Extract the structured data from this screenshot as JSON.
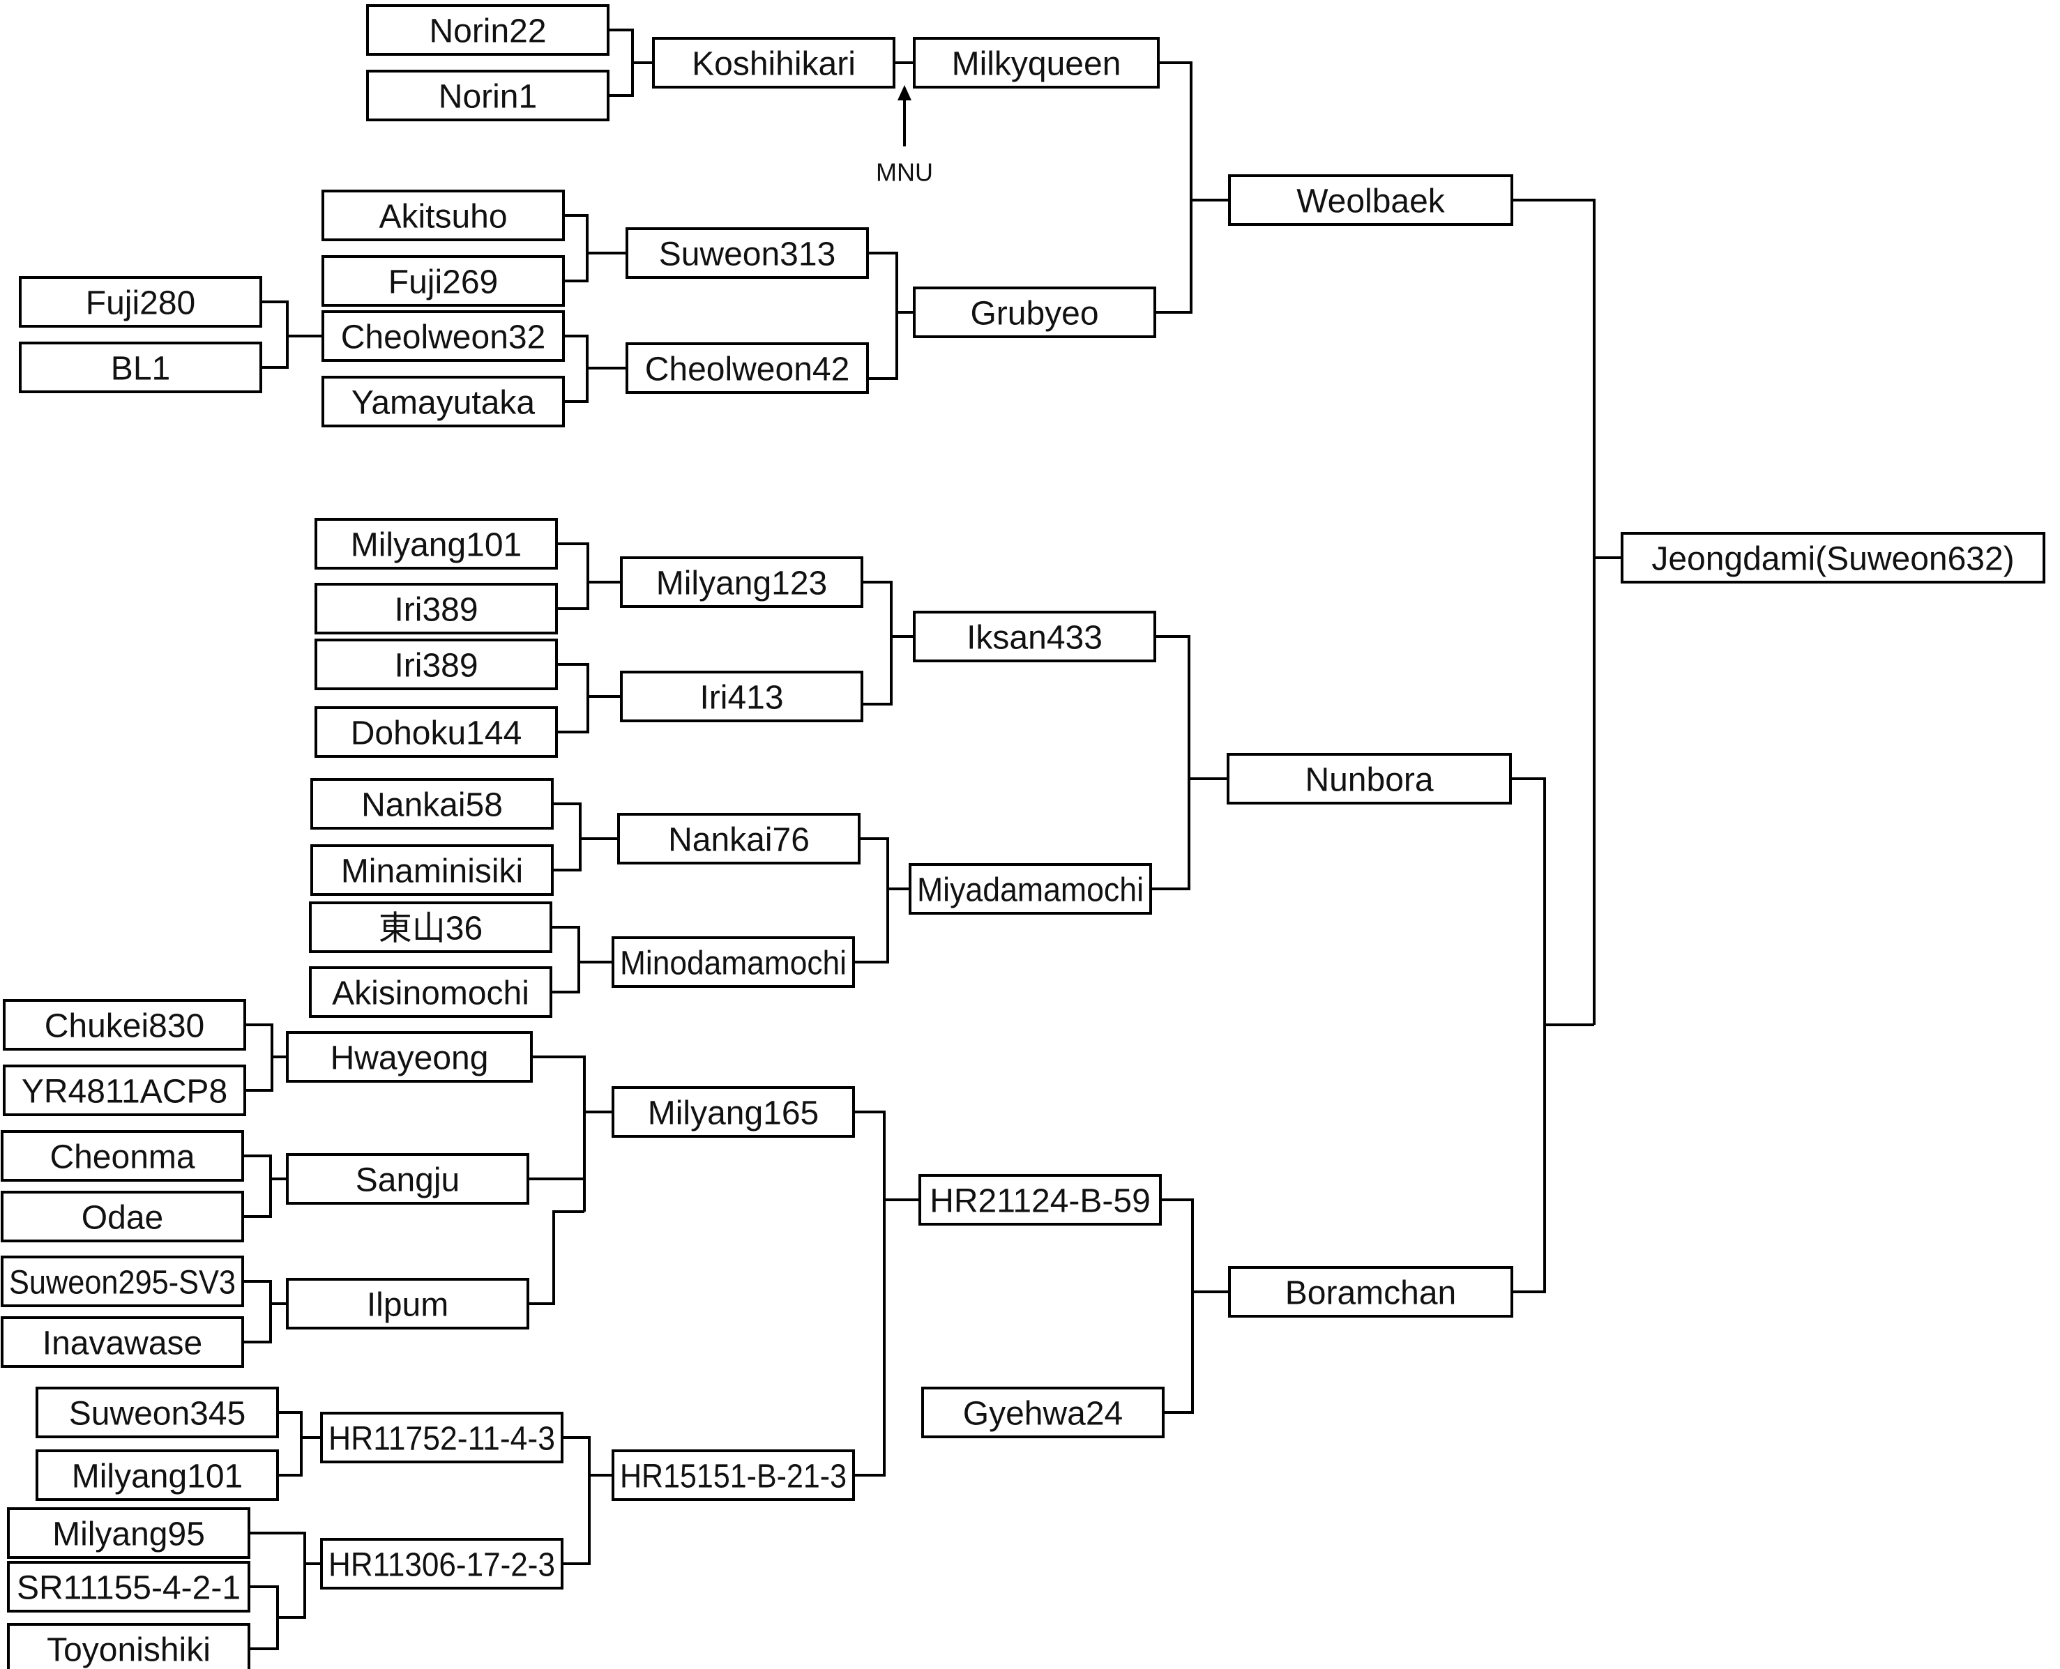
{
  "diagram": {
    "type": "pedigree-tree",
    "nodes": {
      "norin22": "Norin22",
      "norin1": "Norin1",
      "koshihikari": "Koshihikari",
      "milkyqueen": "Milkyqueen",
      "akitsuho": "Akitsuho",
      "fuji269": "Fuji269",
      "fuji280": "Fuji280",
      "bl1": "BL1",
      "cheolweon32": "Cheolweon32",
      "yamayutaka": "Yamayutaka",
      "suweon313": "Suweon313",
      "cheolweon42": "Cheolweon42",
      "grubyeo": "Grubyeo",
      "weolbaek": "Weolbaek",
      "jeongdami": "Jeongdami(Suweon632)",
      "milyang101_a": "Milyang101",
      "iri389_a": "Iri389",
      "iri389_b": "Iri389",
      "dohoku144": "Dohoku144",
      "milyang123": "Milyang123",
      "iri413": "Iri413",
      "iksan433": "Iksan433",
      "nankai58": "Nankai58",
      "minaminisiki": "Minaminisiki",
      "higashiyama36": "東山36",
      "akisinomochi": "Akisinomochi",
      "nankai76": "Nankai76",
      "minodamamochi": "Minodamamochi",
      "miyadamamochi": "Miyadamamochi",
      "nunbora": "Nunbora",
      "chukei830": "Chukei830",
      "yr4811acp8": "YR4811ACP8",
      "cheonma": "Cheonma",
      "odae": "Odae",
      "suweon295sv3": "Suweon295-SV3",
      "inavawase": "Inavawase",
      "hwayeong": "Hwayeong",
      "sangju": "Sangju",
      "ilpum": "Ilpum",
      "milyang165": "Milyang165",
      "suweon345": "Suweon345",
      "milyang101_b": "Milyang101",
      "milyang95": "Milyang95",
      "sr11155": "SR11155-4-2-1",
      "toyonishiki": "Toyonishiki",
      "hr11752": "HR11752-11-4-3",
      "hr11306": "HR11306-17-2-3",
      "hr15151": "HR15151-B-21-3",
      "hr21124": "HR21124-B-59",
      "gyehwa24": "Gyehwa24",
      "boramchan": "Boramchan"
    },
    "annotations": {
      "mnu": "MNU"
    },
    "crosses": [
      {
        "parents": [
          "norin22",
          "norin1"
        ],
        "child": "koshihikari"
      },
      {
        "parents": [
          "koshihikari"
        ],
        "child": "milkyqueen",
        "note": "mnu"
      },
      {
        "parents": [
          "akitsuho",
          "fuji269"
        ],
        "child": "suweon313"
      },
      {
        "parents": [
          "fuji280",
          "bl1"
        ],
        "child": "cheolweon32"
      },
      {
        "parents": [
          "cheolweon32",
          "yamayutaka"
        ],
        "child": "cheolweon42"
      },
      {
        "parents": [
          "suweon313",
          "cheolweon42"
        ],
        "child": "grubyeo"
      },
      {
        "parents": [
          "milkyqueen",
          "grubyeo"
        ],
        "child": "weolbaek"
      },
      {
        "parents": [
          "milyang101_a",
          "iri389_a"
        ],
        "child": "milyang123"
      },
      {
        "parents": [
          "iri389_b",
          "dohoku144"
        ],
        "child": "iri413"
      },
      {
        "parents": [
          "milyang123",
          "iri413"
        ],
        "child": "iksan433"
      },
      {
        "parents": [
          "nankai58",
          "minaminisiki"
        ],
        "child": "nankai76"
      },
      {
        "parents": [
          "higashiyama36",
          "akisinomochi"
        ],
        "child": "minodamamochi"
      },
      {
        "parents": [
          "nankai76",
          "minodamamochi"
        ],
        "child": "miyadamamochi"
      },
      {
        "parents": [
          "iksan433",
          "miyadamamochi"
        ],
        "child": "nunbora"
      },
      {
        "parents": [
          "chukei830",
          "yr4811acp8"
        ],
        "child": "hwayeong"
      },
      {
        "parents": [
          "cheonma",
          "odae"
        ],
        "child": "sangju"
      },
      {
        "parents": [
          "suweon295sv3",
          "inavawase"
        ],
        "child": "ilpum"
      },
      {
        "parents": [
          "hwayeong",
          "sangju",
          "ilpum"
        ],
        "child": "milyang165"
      },
      {
        "parents": [
          "suweon345",
          "milyang101_b"
        ],
        "child": "hr11752"
      },
      {
        "parents": [
          "sr11155",
          "toyonishiki"
        ],
        "child": "milyang95_cross"
      },
      {
        "parents": [
          "milyang95",
          "sr11155",
          "toyonishiki"
        ],
        "child": "hr11306"
      },
      {
        "parents": [
          "hr11752",
          "hr11306"
        ],
        "child": "hr15151"
      },
      {
        "parents": [
          "milyang165",
          "hr15151"
        ],
        "child": "hr21124"
      },
      {
        "parents": [
          "hr21124",
          "gyehwa24"
        ],
        "child": "boramchan"
      },
      {
        "parents": [
          "nunbora",
          "boramchan"
        ],
        "child": "nunbora_boramchan"
      },
      {
        "parents": [
          "weolbaek",
          "nunbora_boramchan"
        ],
        "child": "jeongdami"
      }
    ]
  }
}
